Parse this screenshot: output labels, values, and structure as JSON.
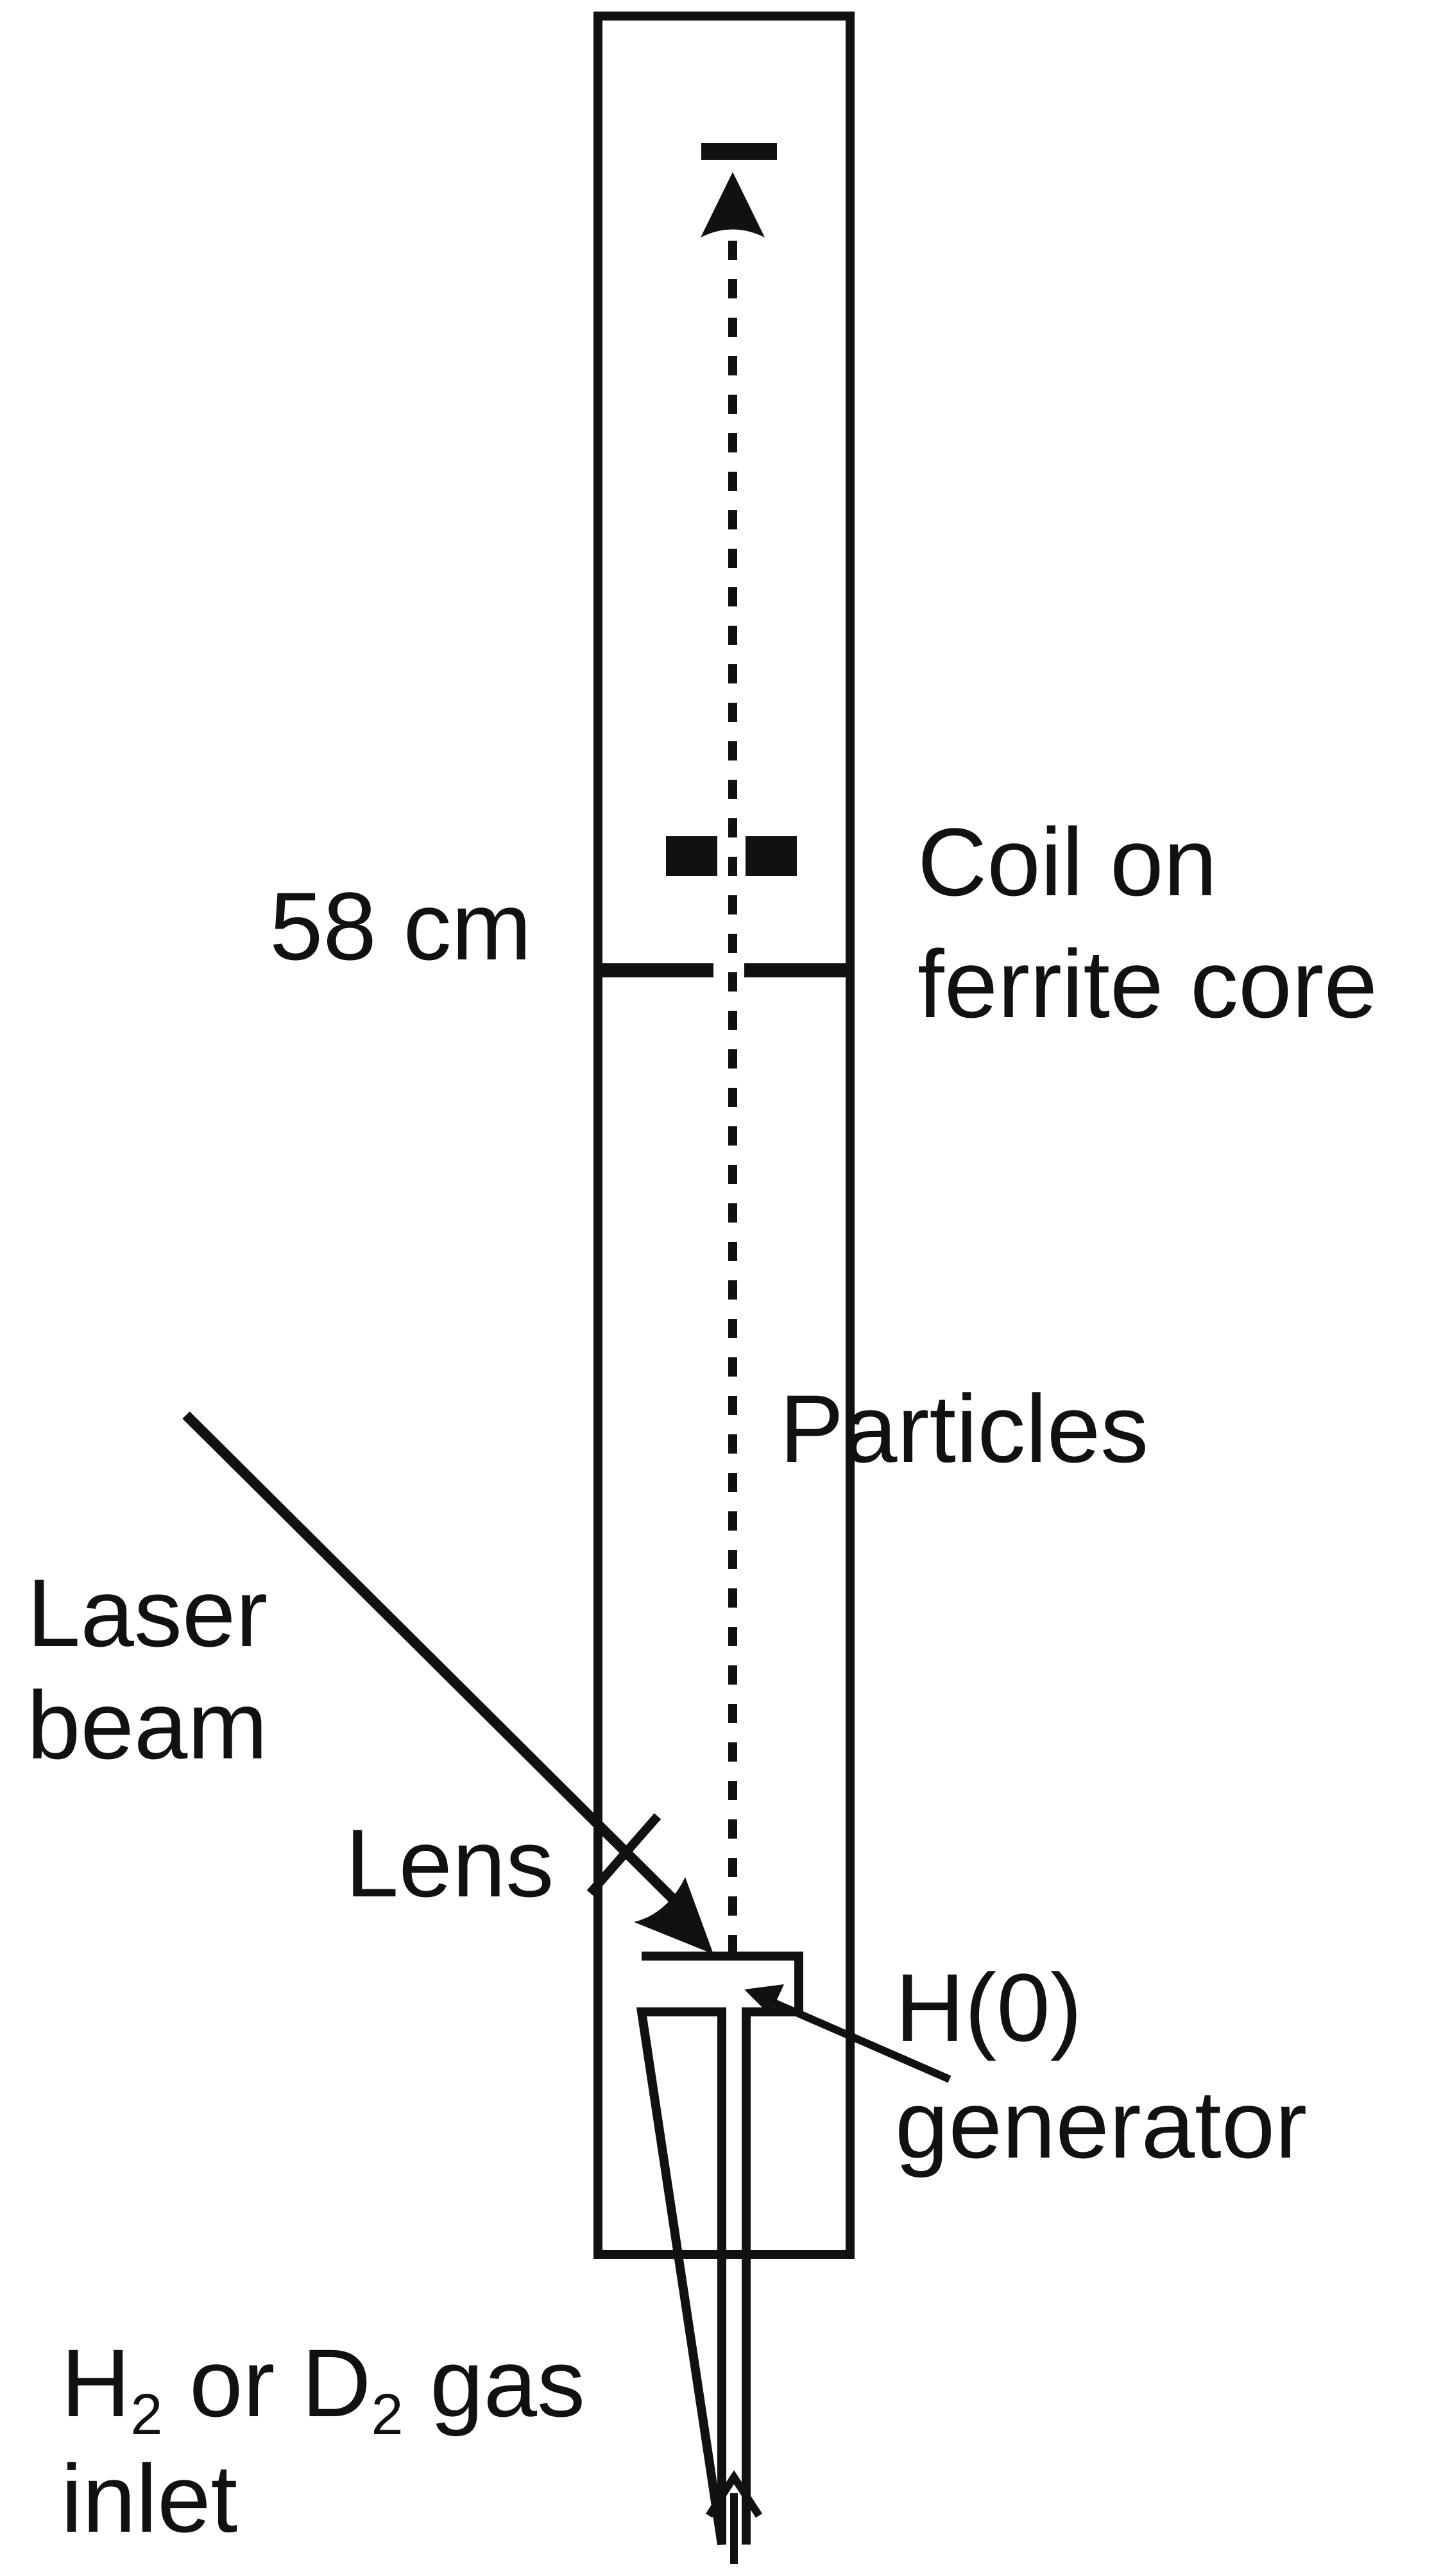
{
  "labels": {
    "distance": "58 cm",
    "coil_line1": "Coil on",
    "coil_line2": "ferrite core",
    "particles": "Particles",
    "laser_line1": "Laser",
    "laser_line2": "beam",
    "lens": "Lens",
    "generator_line1": "H(0)",
    "generator_line2": "generator",
    "gas_h": "H",
    "gas_h_sub": "2",
    "gas_or_d": " or D",
    "gas_d_sub": "2",
    "gas_rest": " gas",
    "gas_line2": "inlet"
  },
  "colors": {
    "ink": "#111111",
    "background": "#ffffff"
  }
}
